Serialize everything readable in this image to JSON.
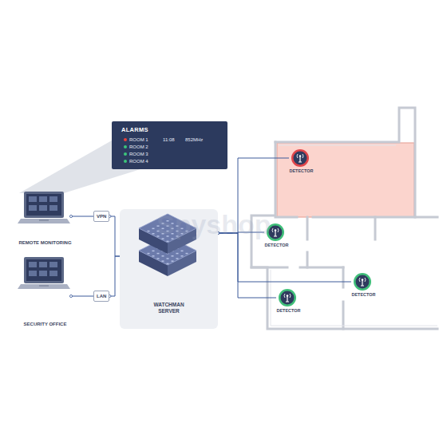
{
  "diagram": {
    "nodes": [
      {
        "text": [
          "ALARMS",
          "ROOM 1",
          "11:08",
          "852MHz",
          "ROOM 2",
          "ROOM 3",
          "ROOM 4"
        ]
      },
      {
        "text": [
          "REMOTE MONITORING"
        ]
      },
      {
        "text": [
          "VPN"
        ]
      },
      {
        "text": [
          "SECURITY OFFICE"
        ]
      },
      {
        "text": [
          "LAN"
        ]
      },
      {
        "text": [
          "WATCHMAN SERVER"
        ]
      },
      {
        "text": [
          "DETECTOR"
        ]
      },
      {
        "text": [
          "DETECTOR"
        ]
      },
      {
        "text": [
          "DETECTOR"
        ]
      },
      {
        "text": [
          "DETECTOR"
        ]
      }
    ],
    "edges": [
      {
        "from": 1,
        "to": 2,
        "arrow": "none"
      },
      {
        "from": 3,
        "to": 4,
        "arrow": "none"
      },
      {
        "from": 2,
        "to": 5,
        "arrow": "none"
      },
      {
        "from": 4,
        "to": 5,
        "arrow": "none"
      },
      {
        "from": 5,
        "to": 6,
        "arrow": "none"
      },
      {
        "from": 5,
        "to": 7,
        "arrow": "none"
      },
      {
        "from": 5,
        "to": 8,
        "arrow": "none"
      },
      {
        "from": 5,
        "to": 9,
        "arrow": "none"
      }
    ],
    "labels": [
      "Spyshop"
    ]
  }
}
